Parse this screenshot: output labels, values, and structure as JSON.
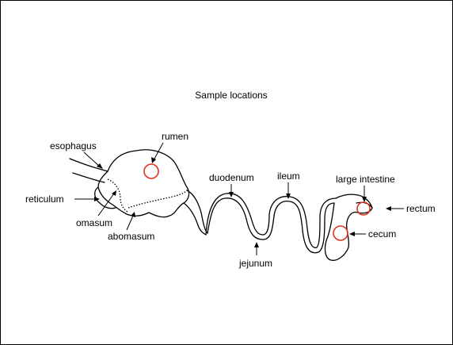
{
  "diagram": {
    "title": "Sample locations",
    "labels": {
      "esophagus": "esophagus",
      "rumen": "rumen",
      "reticulum": "reticulum",
      "omasum": "omasum",
      "abomasum": "abomasum",
      "duodenum": "duodenum",
      "jejunum": "jejunum",
      "ileum": "ileum",
      "large_intestine": "large intestine",
      "rectum": "rectum",
      "cecum": "cecum"
    },
    "colors": {
      "sample_marker": "#e0321c",
      "outline": "#000000",
      "background": "#ffffff"
    }
  }
}
